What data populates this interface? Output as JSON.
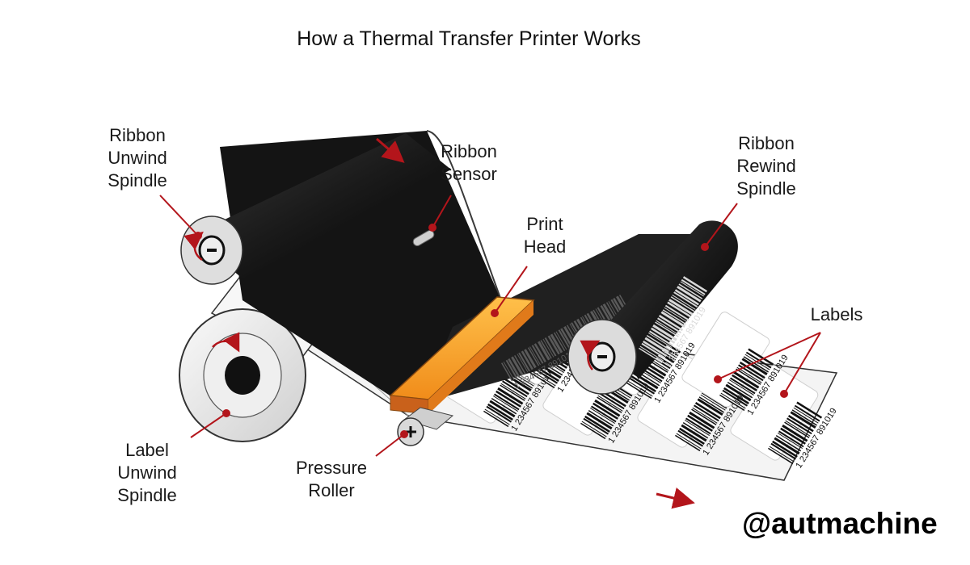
{
  "title": "How a Thermal Transfer Printer Works",
  "labels": {
    "ribbon_unwind": [
      "Ribbon",
      "Unwind",
      "Spindle"
    ],
    "ribbon_sensor": [
      "Ribbon",
      "Sensor"
    ],
    "ribbon_rewind": [
      "Ribbon",
      "Rewind",
      "Spindle"
    ],
    "print_head": [
      "Print",
      "Head"
    ],
    "labels": [
      "Labels"
    ],
    "label_unwind": [
      "Label",
      "Unwind",
      "Spindle"
    ],
    "pressure_roller": [
      "Pressure",
      "Roller"
    ]
  },
  "barcode_text": "1 234567 891019",
  "handle": "@autmachine",
  "colors": {
    "ribbon": "#1c1c1c",
    "print_head": "#f6a623",
    "print_head_dark": "#c9611b",
    "arrow": "#b3151b",
    "roller": "#e4e4e4"
  }
}
